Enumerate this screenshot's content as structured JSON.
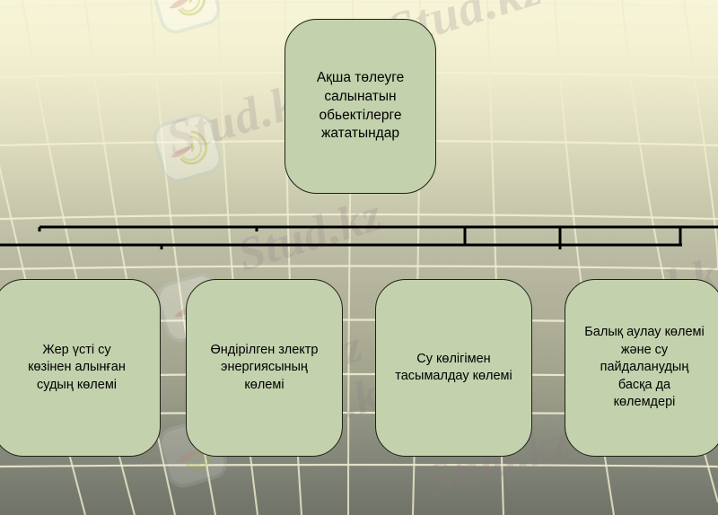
{
  "slide": {
    "title_box": {
      "text": "Ақша төлеуге\nсалынатын\nобьектілерге\nжататындар"
    },
    "children": [
      {
        "text": "Жер үсті су\nкөзінен алынған\nсудың көлемі"
      },
      {
        "text": "Өндірілген злектр\nэнергиясының\nкөлемі"
      },
      {
        "text": "Су көлігімен\nтасымалдау көлемі"
      },
      {
        "text": "Балық аулау көлемі\nжәне су\nпайдаланудың\nбасқа да\nкөлемдері"
      }
    ],
    "watermarks": [
      {
        "text": "Stud.kz"
      },
      {
        "text": "Stud.kz"
      },
      {
        "text": "Stud.kz"
      },
      {
        "text": "Stud.kz"
      },
      {
        "text": "Stud.kz"
      },
      {
        "text": "z - Stud."
      },
      {
        "text": "Stud.kz"
      }
    ],
    "colors": {
      "box_fill": "#c3d1ad",
      "box_border": "#1d2116",
      "connector": "#000000",
      "bg_top": "#f7f5d8",
      "bg_bottom": "#6f7368",
      "grid_line": "#f2efd2",
      "watermark": "#8c7882"
    }
  }
}
